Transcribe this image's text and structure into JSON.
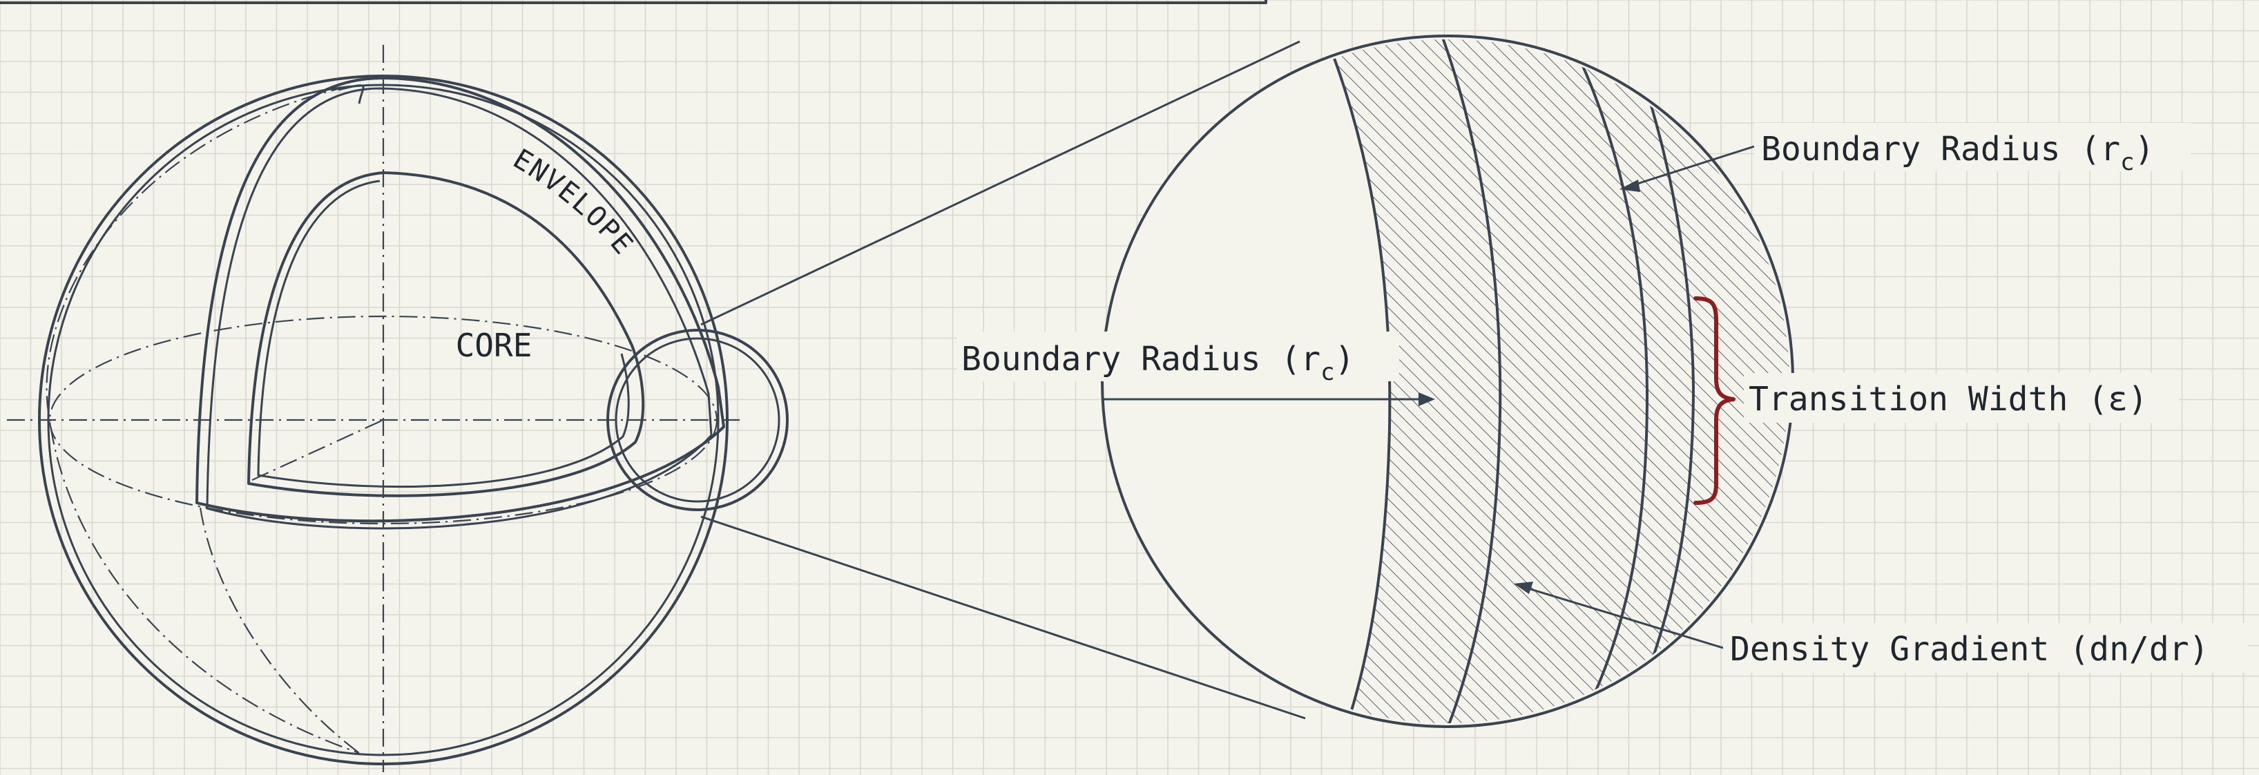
{
  "diagram": {
    "core_label": "CORE",
    "envelope_label": "ENVELOPE",
    "callouts": {
      "boundary_radius_inner": {
        "text": "Boundary Radius (r",
        "subscript": "c",
        "close": ")"
      },
      "boundary_radius_outer": {
        "text": "Boundary Radius (r",
        "subscript": "c",
        "close": ")"
      },
      "transition_width": "Transition Width (ε)",
      "density_gradient": "Density Gradient (dn/dr)"
    },
    "colors": {
      "background": "#f4f3ec",
      "grid": "#d8d8d0",
      "ink": "#3a4450",
      "brace": "#8c1e22",
      "hatch": "#5a6470"
    }
  }
}
